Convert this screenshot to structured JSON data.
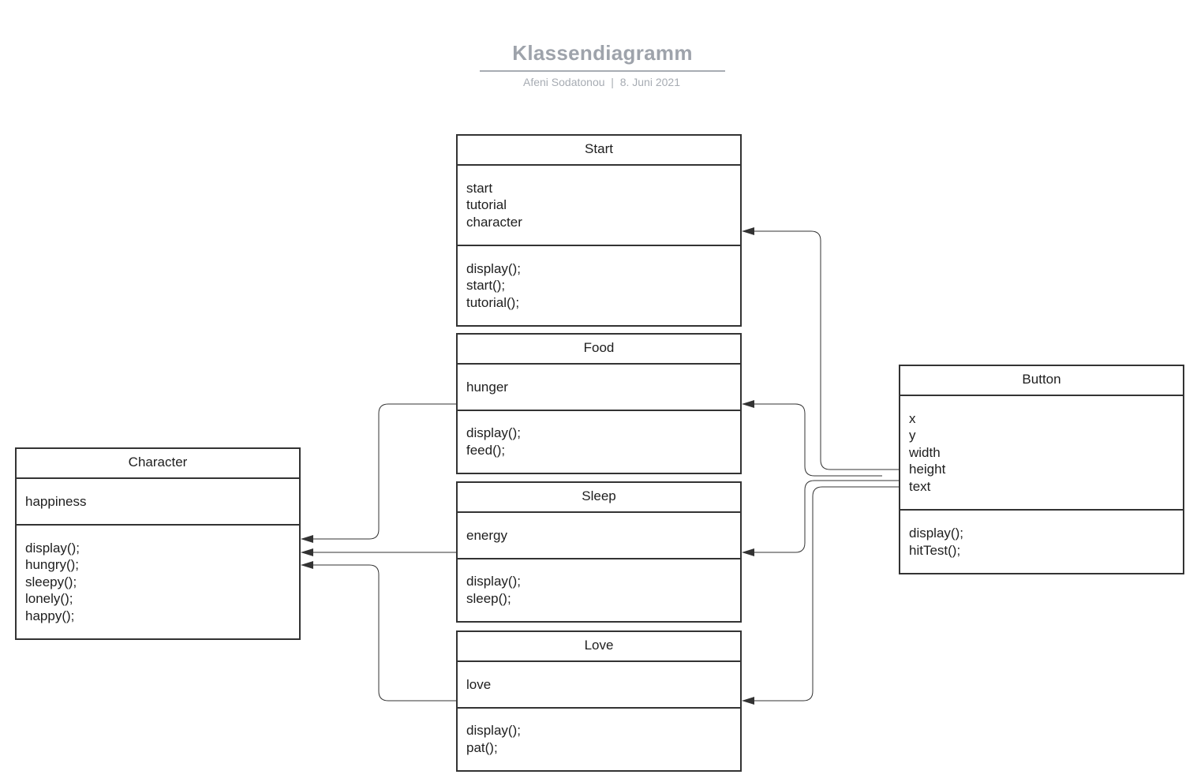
{
  "header": {
    "title": "Klassendiagramm",
    "subtitle": "Afeni Sodatonou  |  8. Juni 2021"
  },
  "classes": {
    "start": {
      "name": "Start",
      "attributes": [
        "start",
        "tutorial",
        "character"
      ],
      "methods": [
        "display();",
        "start();",
        "tutorial();"
      ]
    },
    "food": {
      "name": "Food",
      "attributes": [
        "hunger"
      ],
      "methods": [
        "display();",
        "feed();"
      ]
    },
    "sleep": {
      "name": "Sleep",
      "attributes": [
        "energy"
      ],
      "methods": [
        "display();",
        "sleep();"
      ]
    },
    "love": {
      "name": "Love",
      "attributes": [
        "love"
      ],
      "methods": [
        "display();",
        "pat();"
      ]
    },
    "character": {
      "name": "Character",
      "attributes": [
        "happiness"
      ],
      "methods": [
        "display();",
        "hungry();",
        "sleepy();",
        "lonely();",
        "happy();"
      ]
    },
    "button": {
      "name": "Button",
      "attributes": [
        "x",
        "y",
        "width",
        "height",
        "text"
      ],
      "methods": [
        "display();",
        "hitTest();"
      ]
    }
  },
  "relations": [
    {
      "from": "food",
      "to": "character"
    },
    {
      "from": "sleep",
      "to": "character"
    },
    {
      "from": "love",
      "to": "character"
    },
    {
      "from": "button",
      "to": "start"
    },
    {
      "from": "button",
      "to": "food"
    },
    {
      "from": "button",
      "to": "sleep"
    },
    {
      "from": "button",
      "to": "love"
    }
  ],
  "colors": {
    "line": "#333333",
    "title": "#9ea3ab"
  }
}
